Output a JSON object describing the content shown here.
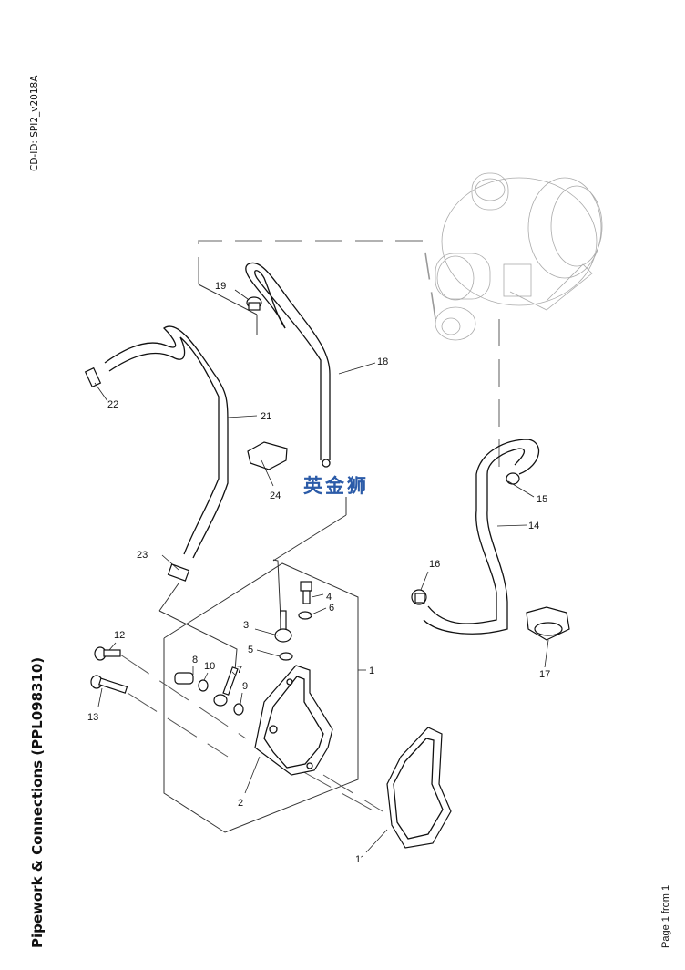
{
  "header": {
    "cd_id": "CD-ID: SPI2_v2018A",
    "title": "Pipework & Connections (PPL098310)",
    "footer": "Page 1 from 1"
  },
  "watermark": "英金狮",
  "callouts": [
    {
      "id": "1",
      "label": "1",
      "part": "pump-housing-assembly"
    },
    {
      "id": "2",
      "label": "2",
      "part": "housing"
    },
    {
      "id": "3",
      "label": "3",
      "part": "banjo-pipe"
    },
    {
      "id": "4",
      "label": "4",
      "part": "banjo-bolt"
    },
    {
      "id": "5",
      "label": "5",
      "part": "sealing-washer"
    },
    {
      "id": "6",
      "label": "6",
      "part": "sealing-washer"
    },
    {
      "id": "7",
      "label": "7",
      "part": "banjo-pipe"
    },
    {
      "id": "8",
      "label": "8",
      "part": "banjo-bolt"
    },
    {
      "id": "9",
      "label": "9",
      "part": "sealing-washer"
    },
    {
      "id": "10",
      "label": "10",
      "part": "sealing-washer"
    },
    {
      "id": "11",
      "label": "11",
      "part": "gasket"
    },
    {
      "id": "12",
      "label": "12",
      "part": "bolt"
    },
    {
      "id": "13",
      "label": "13",
      "part": "bolt"
    },
    {
      "id": "14",
      "label": "14",
      "part": "hose"
    },
    {
      "id": "15",
      "label": "15",
      "part": "hose-clip"
    },
    {
      "id": "16",
      "label": "16",
      "part": "hose-clip"
    },
    {
      "id": "17",
      "label": "17",
      "part": "hose-bracket-clip"
    },
    {
      "id": "18",
      "label": "18",
      "part": "hose"
    },
    {
      "id": "19",
      "label": "19",
      "part": "hose-clip"
    },
    {
      "id": "21",
      "label": "21",
      "part": "hose"
    },
    {
      "id": "22",
      "label": "22",
      "part": "sleeve"
    },
    {
      "id": "23",
      "label": "23",
      "part": "sleeve"
    },
    {
      "id": "24",
      "label": "24",
      "part": "hose-bracket-clip"
    }
  ]
}
